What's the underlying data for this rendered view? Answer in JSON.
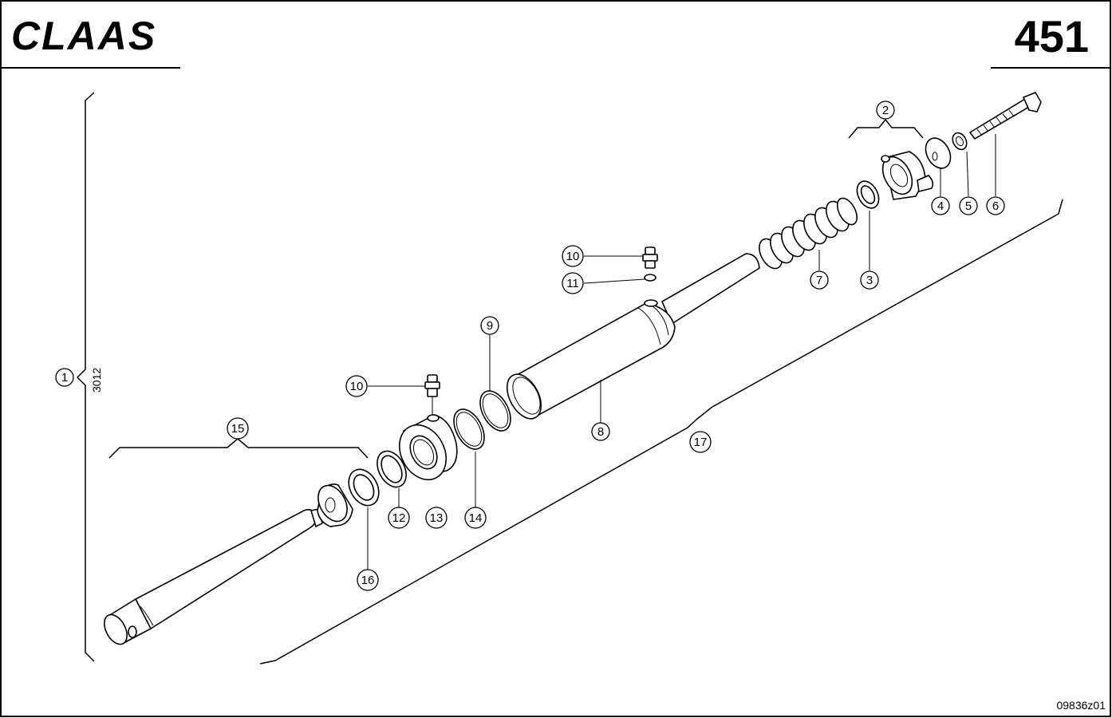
{
  "header": {
    "brand": "CLAAS",
    "page_number": "451"
  },
  "diagram": {
    "dimension_label": "3012",
    "drawing_id": "09836z01",
    "callouts": [
      {
        "id": "c1",
        "label": "1"
      },
      {
        "id": "c2",
        "label": "2"
      },
      {
        "id": "c3",
        "label": "3"
      },
      {
        "id": "c4",
        "label": "4"
      },
      {
        "id": "c5",
        "label": "5"
      },
      {
        "id": "c6",
        "label": "6"
      },
      {
        "id": "c7",
        "label": "7"
      },
      {
        "id": "c8",
        "label": "8"
      },
      {
        "id": "c9",
        "label": "9"
      },
      {
        "id": "c10a",
        "label": "10"
      },
      {
        "id": "c10b",
        "label": "10"
      },
      {
        "id": "c11",
        "label": "11"
      },
      {
        "id": "c12",
        "label": "12"
      },
      {
        "id": "c13",
        "label": "13"
      },
      {
        "id": "c14",
        "label": "14"
      },
      {
        "id": "c15",
        "label": "15"
      },
      {
        "id": "c16",
        "label": "16"
      },
      {
        "id": "c17",
        "label": "17"
      }
    ]
  }
}
